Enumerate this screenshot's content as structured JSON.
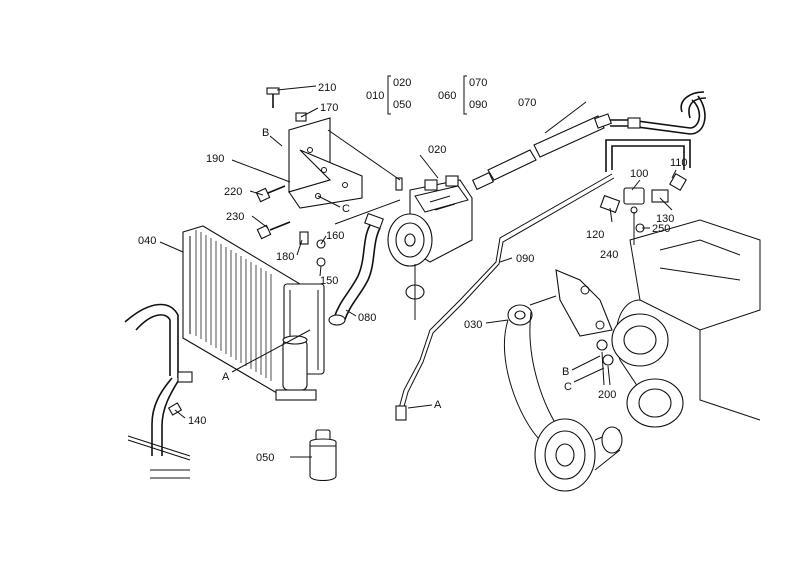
{
  "labels": {
    "p210": "210",
    "p170": "170",
    "p190": "190",
    "p220": "220",
    "p230": "230",
    "p180": "180",
    "p160": "160",
    "p150": "150",
    "p040": "040",
    "p080": "080",
    "p140": "140",
    "p050": "050",
    "p020": "020",
    "p010": "010",
    "p010a": "020",
    "p010b": "050",
    "p060": "060",
    "p060a": "070",
    "p060b": "090",
    "p070": "070",
    "p090": "090",
    "p030": "030",
    "p100": "100",
    "p110": "110",
    "p120": "120",
    "p130": "130",
    "p240": "240",
    "p250": "250",
    "p200": "200",
    "refA1": "A",
    "refA2": "A",
    "refB1": "B",
    "refB2": "B",
    "refC1": "C",
    "refC2": "C"
  }
}
